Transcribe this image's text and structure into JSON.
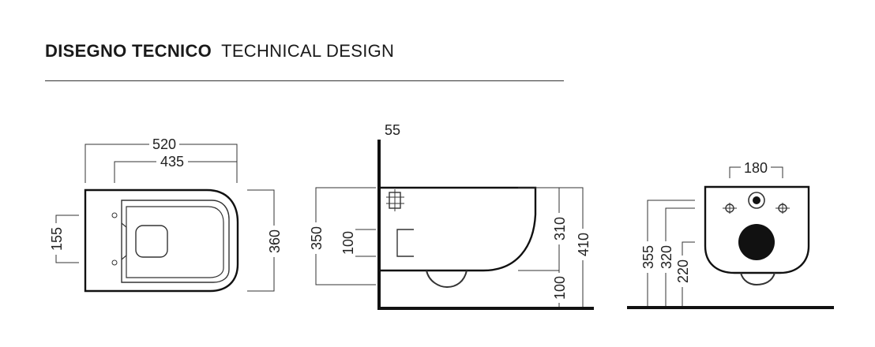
{
  "header": {
    "title_it": "DISEGNO TECNICO",
    "title_en": "TECHNICAL DESIGN"
  },
  "top_view": {
    "width_overall": "520",
    "width_inner": "435",
    "seat_offset": "155",
    "depth": "360"
  },
  "side_view": {
    "wall_offset": "55",
    "height_350": "350",
    "height_100_inlet": "100",
    "height_310": "310",
    "height_410": "410",
    "height_100_floor": "100"
  },
  "front_view": {
    "fixing_spacing": "180",
    "height_355": "355",
    "height_320": "320",
    "height_220": "220"
  },
  "colors": {
    "line": "#111111",
    "text": "#222222",
    "background": "#ffffff"
  }
}
